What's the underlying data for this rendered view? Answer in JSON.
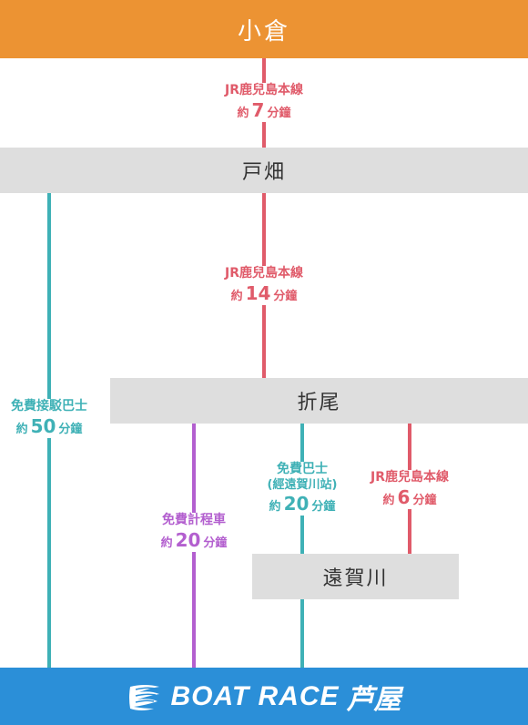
{
  "stations": {
    "kokura": "小倉",
    "tobata": "戸畑",
    "orio": "折尾",
    "ongagawa": "遠賀川"
  },
  "routes": {
    "kokura_tobata": {
      "line": "JR鹿兒島本線",
      "prefix": "約",
      "minutes": "7",
      "suffix": "分鐘"
    },
    "tobata_orio": {
      "line": "JR鹿兒島本線",
      "prefix": "約",
      "minutes": "14",
      "suffix": "分鐘"
    },
    "tobata_bus": {
      "line": "免費接駁巴士",
      "prefix": "約",
      "minutes": "50",
      "suffix": "分鐘"
    },
    "orio_taxi": {
      "line": "免費計程車",
      "prefix": "約",
      "minutes": "20",
      "suffix": "分鐘"
    },
    "orio_bus": {
      "line": "免費巴士",
      "note": "(經遠賀川站)",
      "prefix": "約",
      "minutes": "20",
      "suffix": "分鐘"
    },
    "orio_ongagawa": {
      "line": "JR鹿兒島本線",
      "prefix": "約",
      "minutes": "6",
      "suffix": "分鐘"
    }
  },
  "destination": {
    "logo_text": "BOAT RACE",
    "logo_sub": "芦屋",
    "logo_icon": "boat-race-wave-icon"
  },
  "colors": {
    "jr": "#e05b6a",
    "bus": "#3fb1b6",
    "taxi": "#b35fcf",
    "top": "#ec9333",
    "bottom": "#2b8fd8",
    "station": "#dedede"
  }
}
